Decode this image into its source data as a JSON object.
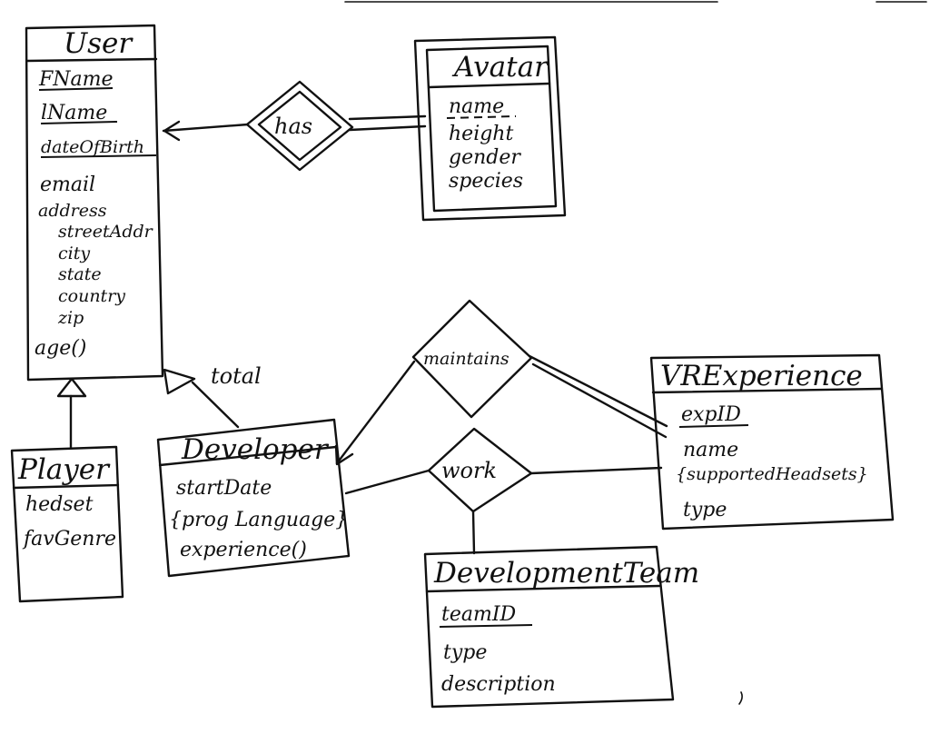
{
  "entities": {
    "user": {
      "name": "User",
      "key_attributes": [
        "FName",
        "lName",
        "dateOfBirth"
      ],
      "attributes": [
        "email",
        "address"
      ],
      "address_parts": [
        "streetAddr",
        "city",
        "state",
        "country",
        "zip"
      ],
      "methods": [
        "age()"
      ]
    },
    "avatar": {
      "name": "Avatar",
      "partial_key": "name",
      "attributes": [
        "height",
        "gender",
        "species"
      ]
    },
    "player": {
      "name": "Player",
      "attributes": [
        "hedset",
        "favGenre"
      ]
    },
    "developer": {
      "name": "Developer",
      "attributes": [
        "startDate",
        "{prog Language}",
        "experience()"
      ]
    },
    "vrexperience": {
      "name": "VRExperience",
      "key_attribute": "expID",
      "attributes": [
        "name",
        "{supportedHeadsets}",
        "type"
      ]
    },
    "developmentteam": {
      "name": "DevelopmentTeam",
      "key_attribute": "teamID",
      "attributes": [
        "type",
        "description"
      ]
    }
  },
  "relationships": {
    "has": "has",
    "maintains": "maintains",
    "work": "work"
  },
  "annotations": {
    "total": "total"
  }
}
